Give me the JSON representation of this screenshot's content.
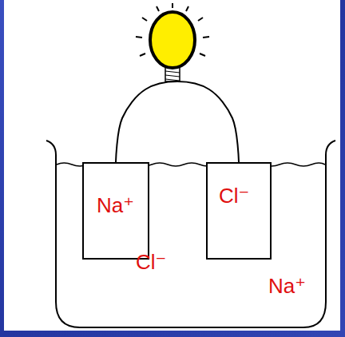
{
  "diagram": {
    "nodes": [
      {
        "text": [
          "Na⁺"
        ]
      },
      {
        "text": [
          "Cl⁻"
        ]
      }
    ],
    "edges": [
      {
        "from": 0,
        "to": 1,
        "arrow": "none"
      }
    ],
    "labels": [
      "Cl⁻",
      "Na⁺"
    ]
  }
}
